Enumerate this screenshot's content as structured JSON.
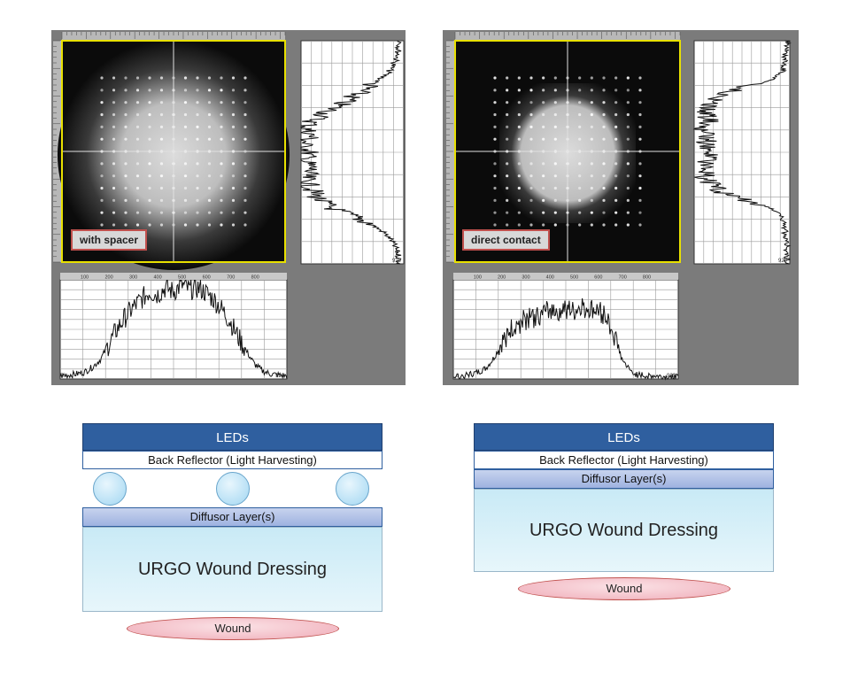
{
  "panels": [
    {
      "id": "left",
      "label": "with spacer",
      "top_scale_labels": [
        "100",
        "200",
        "300",
        "400",
        "500",
        "600",
        "700",
        "800"
      ],
      "profile_end_label": "929",
      "profile_start_label": "0",
      "right_profile": [
        0.03,
        0.05,
        0.06,
        0.1,
        0.15,
        0.25,
        0.38,
        0.5,
        0.62,
        0.75,
        0.88,
        0.95,
        0.9,
        0.98,
        0.92,
        0.97,
        0.9,
        0.96,
        0.93,
        0.88,
        0.82,
        0.7,
        0.5,
        0.32,
        0.2,
        0.12,
        0.08,
        0.05,
        0.04
      ],
      "bottom_profile": [
        0.03,
        0.04,
        0.05,
        0.07,
        0.12,
        0.2,
        0.35,
        0.5,
        0.62,
        0.72,
        0.8,
        0.88,
        0.85,
        0.92,
        0.88,
        0.95,
        0.9,
        0.92,
        0.87,
        0.8,
        0.7,
        0.58,
        0.42,
        0.28,
        0.15,
        0.08,
        0.05,
        0.04,
        0.03
      ]
    },
    {
      "id": "right",
      "label": "direct contact",
      "top_scale_labels": [
        "100",
        "200",
        "300",
        "400",
        "500",
        "600",
        "700",
        "800"
      ],
      "profile_end_label": "929",
      "profile_start_label": "0",
      "right_profile": [
        0.03,
        0.04,
        0.05,
        0.06,
        0.08,
        0.2,
        0.55,
        0.78,
        0.85,
        0.88,
        0.84,
        0.9,
        0.86,
        0.88,
        0.83,
        0.87,
        0.85,
        0.9,
        0.82,
        0.72,
        0.45,
        0.2,
        0.1,
        0.06,
        0.05,
        0.04,
        0.03,
        0.03,
        0.03
      ],
      "bottom_profile": [
        0.02,
        0.03,
        0.04,
        0.06,
        0.1,
        0.2,
        0.35,
        0.48,
        0.55,
        0.6,
        0.62,
        0.64,
        0.7,
        0.68,
        0.72,
        0.66,
        0.74,
        0.7,
        0.68,
        0.64,
        0.45,
        0.2,
        0.08,
        0.04,
        0.03,
        0.03,
        0.02,
        0.02,
        0.02
      ]
    }
  ],
  "diagrams": [
    {
      "id": "spacer",
      "leds": "LEDs",
      "reflector": "Back Reflector (Light Harvesting)",
      "diffusor": "Diffusor Layer(s)",
      "dressing": "URGO Wound Dressing",
      "wound": "Wound",
      "spacer_count": 3
    },
    {
      "id": "direct",
      "leds": "LEDs",
      "reflector": "Back Reflector (Light Harvesting)",
      "diffusor": "Diffusor Layer(s)",
      "dressing": "URGO Wound Dressing",
      "wound": "Wound"
    }
  ],
  "colors": {
    "led_bar": "#2f5f9f",
    "dressing": "#c9eaf6",
    "wound": "#f2b9c3",
    "label_border": "#c0504d",
    "image_frame": "#e8e000"
  }
}
